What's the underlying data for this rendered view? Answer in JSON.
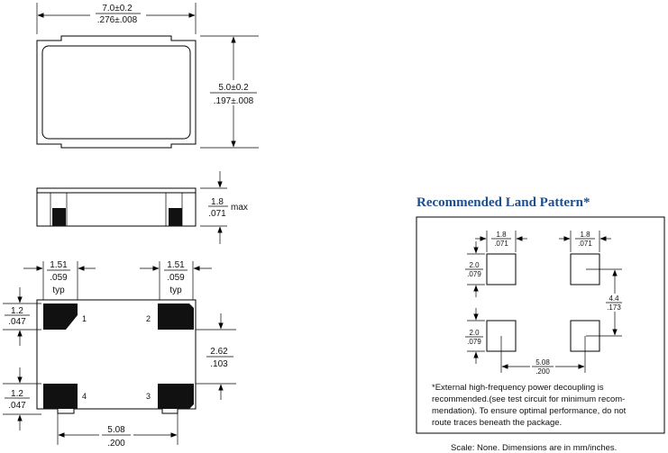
{
  "top_view": {
    "width_mm": "7.0±0.2",
    "width_in": ".276±.008",
    "height_mm": "5.0±0.2",
    "height_in": ".197±.008"
  },
  "side_view": {
    "height_mm": "1.8",
    "height_in": ".071",
    "height_suffix": "max"
  },
  "bottom_view": {
    "pad_width_left_mm": "1.51",
    "pad_width_left_in": ".059",
    "pad_width_left_note": "typ",
    "pad_width_right_mm": "1.51",
    "pad_width_right_in": ".059",
    "pad_width_right_note": "typ",
    "pad_height_top_mm": "1.2",
    "pad_height_top_in": ".047",
    "pad_height_bottom_mm": "1.2",
    "pad_height_bottom_in": ".047",
    "gap_mm": "2.62",
    "gap_in": ".103",
    "pitch_mm": "5.08",
    "pitch_in": ".200",
    "pins": [
      "1",
      "2",
      "3",
      "4"
    ]
  },
  "land_pattern": {
    "title": "Recommended Land Pattern*",
    "pad_w_left_mm": "1.8",
    "pad_w_left_in": ".071",
    "pad_w_right_mm": "1.8",
    "pad_w_right_in": ".071",
    "pad_h_top_mm": "2.0",
    "pad_h_top_in": ".079",
    "pad_h_bottom_mm": "2.0",
    "pad_h_bottom_in": ".079",
    "vert_mm": "4.4",
    "vert_in": ".173",
    "horiz_mm": "5.08",
    "horiz_in": ".200",
    "note_lines": [
      "*External high-frequency power decoupling is",
      "recommended.(see test circuit for minimum recom-",
      "mendation).  To ensure optimal performance, do not",
      "route traces beneath the package."
    ]
  },
  "footer": "Scale: None. Dimensions are in mm/inches."
}
